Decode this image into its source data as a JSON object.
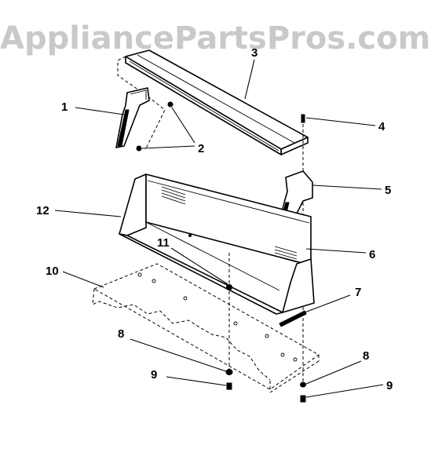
{
  "watermark": "AppliancePartsPros.com",
  "callouts": {
    "c1": "1",
    "c2": "2",
    "c3": "3",
    "c4": "4",
    "c5": "5",
    "c6": "6",
    "c7": "7",
    "c8a": "8",
    "c8b": "8",
    "c9a": "9",
    "c9b": "9",
    "c10": "10",
    "c11": "11",
    "c12": "12"
  },
  "colors": {
    "line": "#000000",
    "background": "#ffffff",
    "watermark": "#c9c9c9"
  }
}
